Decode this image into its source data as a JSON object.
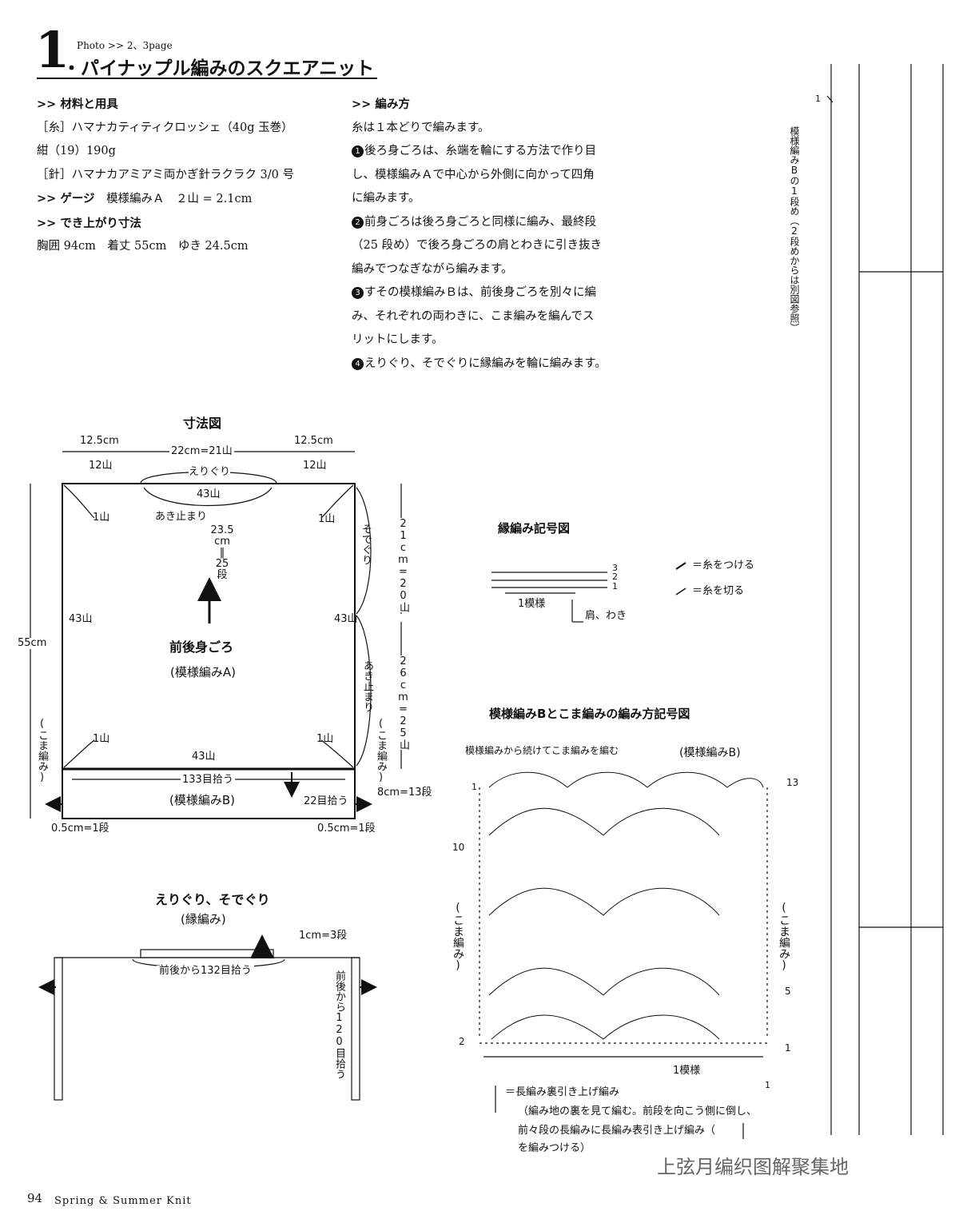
{
  "header": {
    "number": "1",
    "photo_ref": "Photo >> 2、3page",
    "title": "・パイナップル編みのスクエアニット"
  },
  "materials": {
    "heading": ">> 材料と用具",
    "yarn_line": "［糸］ハマナカティティクロッシェ（40g 玉巻）",
    "color_line": "紺（19）190g",
    "hook_line": "［針］ハマナカアミアミ両かぎ針ラクラク 3/0 号",
    "gauge_label": ">> ゲージ",
    "gauge_value": "模様編みＡ　２山 = 2.1cm",
    "size_heading": ">> でき上がり寸法",
    "size_value": "胸囲 94cm　着丈 55cm　ゆき 24.5cm"
  },
  "instructions": {
    "heading": ">> 編み方",
    "intro": "糸は１本どりで編みます。",
    "steps": [
      {
        "num": "1",
        "lines": [
          "後ろ身ごろは、糸端を輪にする方法で作り目",
          "し、模様編みＡで中心から外側に向かって四角",
          "に編みます。"
        ]
      },
      {
        "num": "2",
        "lines": [
          "前身ごろは後ろ身ごろと同様に編み、最終段",
          "（25 段め）で後ろ身ごろの肩とわきに引き抜き",
          "編みでつなぎながら編みます。"
        ]
      },
      {
        "num": "3",
        "lines": [
          "すその模様編みＢは、前後身ごろを別々に編",
          "み、それぞれの両わきに、こま編みを編んでス",
          "リットにします。"
        ]
      },
      {
        "num": "4",
        "lines": [
          "えりぐり、そでぐりに縁編みを輪に編みます。"
        ]
      }
    ]
  },
  "size_diagram": {
    "title": "寸法図",
    "shoulder_left": "12.5cm",
    "shoulder_left_count": "12山",
    "neck_width": "22cm=21山",
    "shoulder_right": "12.5cm",
    "shoulder_right_count": "12山",
    "neck_label": "えりぐり",
    "top_count": "43山",
    "opening_stop": "あき止まり",
    "corner_tl": "1山",
    "corner_tr": "1山",
    "corner_bl": "1山",
    "corner_br": "1山",
    "body_rows": [
      "23.5",
      "cm",
      "‖",
      "25",
      "段"
    ],
    "armhole": "そでぐり",
    "armhole_size": "21cm=20山",
    "side_left": "43山",
    "side_right": "43山",
    "total_length": "55cm",
    "body_name": "前後身ごろ",
    "body_pattern": "(模様編みA)",
    "opening_size": "26cm=25山",
    "opening_stop_side": "あき止まり",
    "bottom_count": "43山",
    "single_crochet_l": "(こま編み)",
    "single_crochet_r": "(こま編み)",
    "pickup": "133目拾う",
    "hem_pattern": "(模様編みB)",
    "pickup_side": "22目拾う",
    "hem_height": "8cm=13段",
    "row_left": "0.5cm=1段",
    "row_right": "0.5cm=1段"
  },
  "trim_diagram": {
    "title": "えりぐり、そでぐり",
    "pattern": "(縁編み)",
    "height": "1cm=3段",
    "neck_pickup": "前後から132目拾う",
    "sleeve_pickup": "前後から120目拾う"
  },
  "edge_chart": {
    "title": "縁編み記号図",
    "rows": [
      "3",
      "2",
      "1"
    ],
    "repeat": "1模様",
    "position": "肩、わき"
  },
  "legend": {
    "attach": "＝糸をつける",
    "cut": "＝糸を切る"
  },
  "pattern_b_chart": {
    "title": "模様編みBとこま編みの編み方記号図",
    "continue_note": "模様編みから続けてこま編みを編む",
    "pattern_label": "(模様編みB)",
    "row_13": "13",
    "row_10": "10",
    "row_5": "5",
    "row_2": "2",
    "row_1_right": "1",
    "row_1_left": "1",
    "row_1_bottom": "1",
    "single_l": "(こま編み)",
    "single_r": "(こま編み)",
    "repeat": "1模様",
    "note_1": "＝長編み裏引き上げ編み",
    "note_2": "（編み地の裏を見て編む。前段を向こう側に倒し、",
    "note_3": "前々段の長編みに長編み表引き上げ編み（",
    "note_4": "を編みつける）"
  },
  "side_chart": {
    "label": "模様編みBの1段め（2段めからは別図参照）",
    "row": "1"
  },
  "footer": {
    "page": "94",
    "magazine": "Spring & Summer Knit",
    "watermark": "上弦月编织图解聚集地"
  }
}
